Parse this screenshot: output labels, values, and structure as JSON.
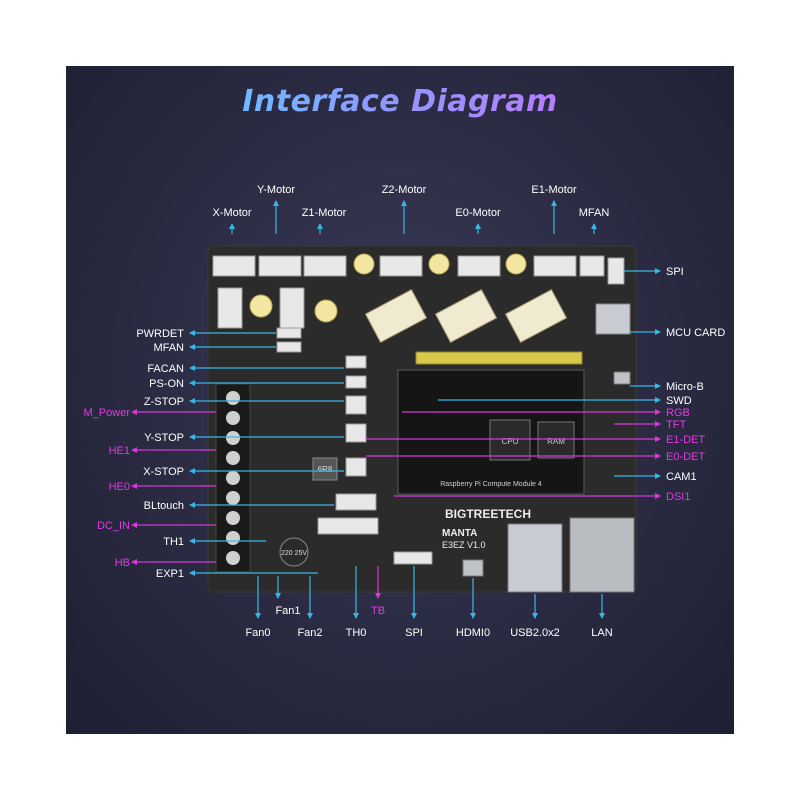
{
  "title": "Interface Diagram",
  "colors": {
    "cyan": "#36b8e6",
    "magenta": "#d838d8",
    "board": "#2b2b2b",
    "background": "#2a2a42"
  },
  "board": {
    "brand": "BIGTREETECH",
    "model": "MANTA",
    "version": "E3EZ V1.0",
    "module": "Raspberry Pi Compute Module 4",
    "cpu": "CPU",
    "ram": "RAM",
    "inductor": "6R8",
    "capacitor": "220 25V"
  },
  "labels": {
    "top": [
      "X-Motor",
      "Y-Motor",
      "Z1-Motor",
      "Z2-Motor",
      "E0-Motor",
      "E1-Motor",
      "MFAN"
    ],
    "left_cyan": [
      "PWRDET",
      "MFAN",
      "FACAN",
      "PS-ON",
      "Z-STOP",
      "Y-STOP",
      "X-STOP",
      "BLtouch",
      "TH1",
      "EXP1"
    ],
    "left_magenta": [
      "M_Power",
      "HE1",
      "HE0",
      "DC_IN",
      "HB"
    ],
    "right_cyan": [
      "SPI",
      "MCU CARD",
      "Micro-B",
      "SWD",
      "CAM1"
    ],
    "right_magenta": [
      "RGB",
      "TFT",
      "E1-DET",
      "E0-DET",
      "DSI1"
    ],
    "bottom_cyan": [
      "Fan0",
      "Fan1",
      "Fan2",
      "TH0",
      "SPI",
      "HDMI0",
      "USB2.0x2",
      "LAN"
    ],
    "bottom_magenta": [
      "TB"
    ]
  }
}
